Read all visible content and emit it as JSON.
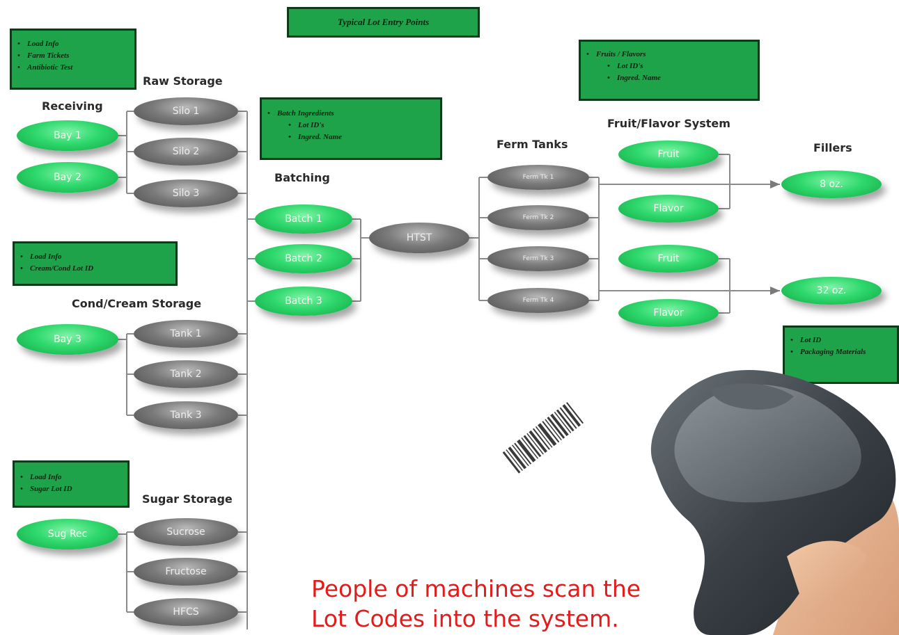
{
  "header_box": "Typical Lot Entry Points",
  "section_labels": {
    "receiving": "Receiving",
    "raw_storage": "Raw Storage",
    "batching": "Batching",
    "ferm_tanks": "Ferm Tanks",
    "fruit_flavor_system": "Fruit/Flavor System",
    "fillers": "Fillers",
    "cond_cream_storage": "Cond/Cream Storage",
    "sugar_storage": "Sugar Storage"
  },
  "info_boxes": {
    "receiving": [
      "Load Info",
      "Farm Tickets",
      "Antibiotic Test"
    ],
    "batching": {
      "item": "Batch Ingredients",
      "sub": [
        "Lot ID's",
        "Ingred. Name"
      ]
    },
    "fruit": {
      "item": "Fruits / Flavors",
      "sub": [
        "Lot ID's",
        "Ingred. Name"
      ]
    },
    "cream": [
      "Load Info",
      "Cream/Cond Lot ID"
    ],
    "sugar": [
      "Load Info",
      "Sugar Lot ID"
    ],
    "fillers": [
      "Lot ID",
      "Packaging Materials"
    ]
  },
  "nodes": {
    "bay1": "Bay 1",
    "bay2": "Bay 2",
    "bay3": "Bay 3",
    "sug_rec": "Sug Rec",
    "silo1": "Silo 1",
    "silo2": "Silo 2",
    "silo3": "Silo 3",
    "tank1": "Tank 1",
    "tank2": "Tank 2",
    "tank3": "Tank 3",
    "sucrose": "Sucrose",
    "fructose": "Fructose",
    "hfcs": "HFCS",
    "batch1": "Batch 1",
    "batch2": "Batch 2",
    "batch3": "Batch 3",
    "htst": "HTST",
    "ferm1": "Ferm Tk 1",
    "ferm2": "Ferm Tk 2",
    "ferm3": "Ferm Tk 3",
    "ferm4": "Ferm Tk 4",
    "fruit1": "Fruit",
    "flavor1": "Flavor",
    "fruit2": "Fruit",
    "flavor2": "Flavor",
    "oz8": "8 oz.",
    "oz32": "32 oz."
  },
  "caption": [
    "People of machines scan the",
    "Lot Codes into the system."
  ],
  "colors": {
    "node_green": "#2ed86c",
    "node_gray": "#7a7a7a",
    "box_green": "#1fa34a",
    "caption_red": "#e21b1b"
  }
}
